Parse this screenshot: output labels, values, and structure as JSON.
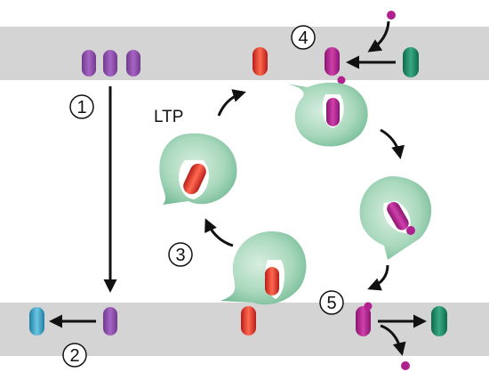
{
  "labels": {
    "ltp": "LTP",
    "step1": "1",
    "step2": "2",
    "step3": "3",
    "step4": "4",
    "step5": "5"
  },
  "colors": {
    "membrane": "#d4d4d4",
    "purple": "#8f4aa6",
    "magenta": "#b0208e",
    "red": "#e0302a",
    "green_protein": "#2a8a6a",
    "blue_protein": "#3a9fc0",
    "cup": "#9fd4b4"
  }
}
